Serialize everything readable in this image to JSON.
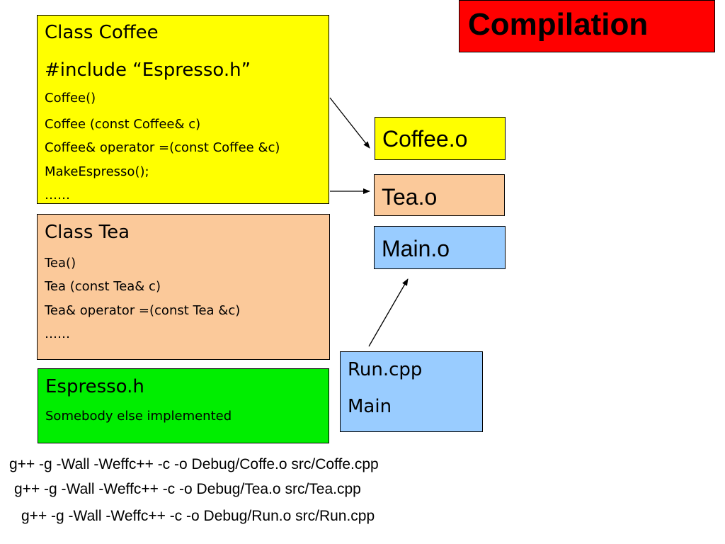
{
  "title": "Compilation",
  "coffee": {
    "lines": [
      "Class Coffee",
      "#include “Espresso.h”",
      "Coffee()",
      "Coffee (const Coffee& c)",
      "Coffee& operator =(const Coffee &c)",
      "MakeEspresso();",
      "……"
    ],
    "color": "#ffff00"
  },
  "tea": {
    "lines": [
      "Class Tea",
      "Tea()",
      "Tea (const Tea& c)",
      "Tea& operator =(const Tea &c)",
      "……"
    ],
    "color": "#fbc99a"
  },
  "espresso": {
    "lines": [
      "Espresso.h",
      "Somebody else implemented"
    ],
    "color": "#00ee00"
  },
  "run": {
    "lines": [
      "Run.cpp",
      "Main"
    ],
    "color": "#99ccff"
  },
  "objects": {
    "coffee": "Coffee.o",
    "tea": "Tea.o",
    "main": "Main.o"
  },
  "commands": [
    "g++ -g -Wall -Weffc++ -c -o Debug/Coffe.o src/Coffe.cpp",
    "g++ -g -Wall -Weffc++ -c -o Debug/Tea.o src/Tea.cpp",
    "g++ -g -Wall -Weffc++ -c -o Debug/Run.o src/Run.cpp"
  ],
  "title_color": "#ff0000"
}
